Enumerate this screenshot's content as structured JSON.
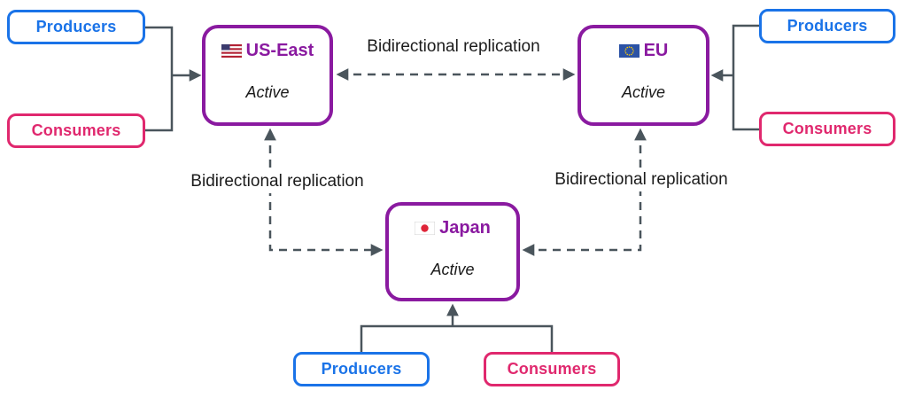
{
  "colors": {
    "region_purple": "#8a1aa0",
    "producers_blue": "#1a73e8",
    "consumers_pink": "#e0286e",
    "connector_gray": "#4a555c",
    "label_text": "#1c1c1c"
  },
  "regions": [
    {
      "name": "US-East",
      "status": "Active",
      "flag": "us-flag"
    },
    {
      "name": "EU",
      "status": "Active",
      "flag": "eu-flag"
    },
    {
      "name": "Japan",
      "status": "Active",
      "flag": "jp-flag"
    }
  ],
  "client_groups": [
    {
      "attached_to": "US-East",
      "producers_label": "Producers",
      "consumers_label": "Consumers"
    },
    {
      "attached_to": "EU",
      "producers_label": "Producers",
      "consumers_label": "Consumers"
    },
    {
      "attached_to": "Japan",
      "producers_label": "Producers",
      "consumers_label": "Consumers"
    }
  ],
  "edges": [
    {
      "from": "US-East",
      "to": "EU",
      "label": "Bidirectional replication",
      "style": "dashed-bidirectional"
    },
    {
      "from": "US-East",
      "to": "Japan",
      "label": "Bidirectional replication",
      "style": "dashed-bidirectional"
    },
    {
      "from": "EU",
      "to": "Japan",
      "label": "Bidirectional replication",
      "style": "dashed-bidirectional"
    }
  ]
}
